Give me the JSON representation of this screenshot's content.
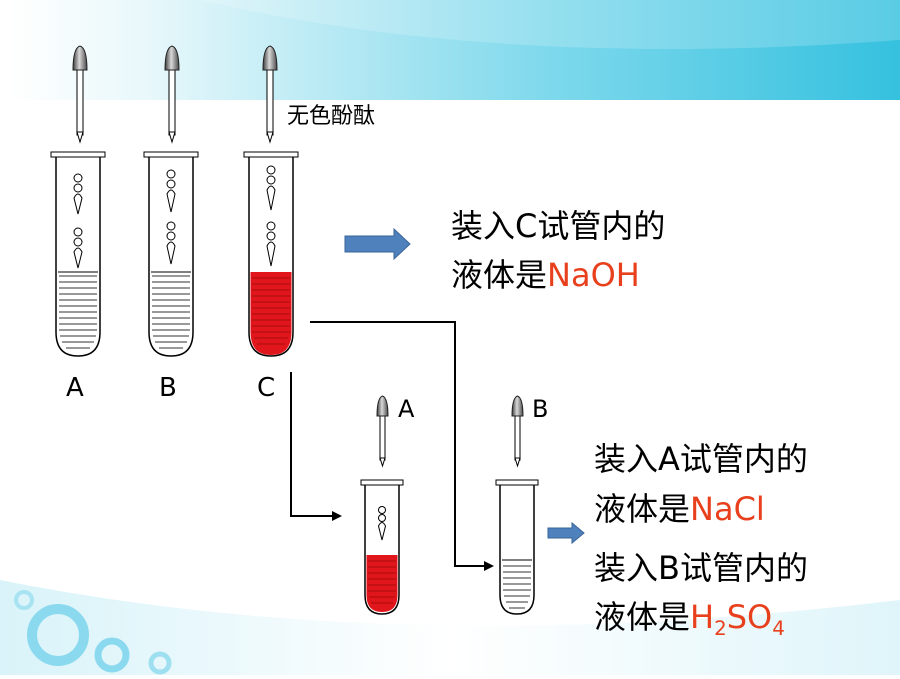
{
  "colors": {
    "banner": "#5fd3e8",
    "bubbles": "#7fd6ec",
    "red_solution": "#e0161c",
    "answer_text": "#e8401c",
    "arrow_fill": "#4f81bd"
  },
  "dropper_label": "无色酚酞",
  "tubes": [
    "A",
    "B",
    "C"
  ],
  "small_droppers": [
    "A",
    "B"
  ],
  "result_c": {
    "line1": "装入C试管内的",
    "line2_prefix": "液体是",
    "line2_answer": "NaOH"
  },
  "result_a": {
    "line1": "装入A试管内的",
    "line2_prefix": "液体是",
    "line2_answer": "NaCl"
  },
  "result_b": {
    "line1": "装入B试管内的",
    "line2_prefix": "液体是",
    "answer_h": "H",
    "answer_h_sub": "2",
    "answer_so": "SO",
    "answer_so_sub": "4"
  }
}
